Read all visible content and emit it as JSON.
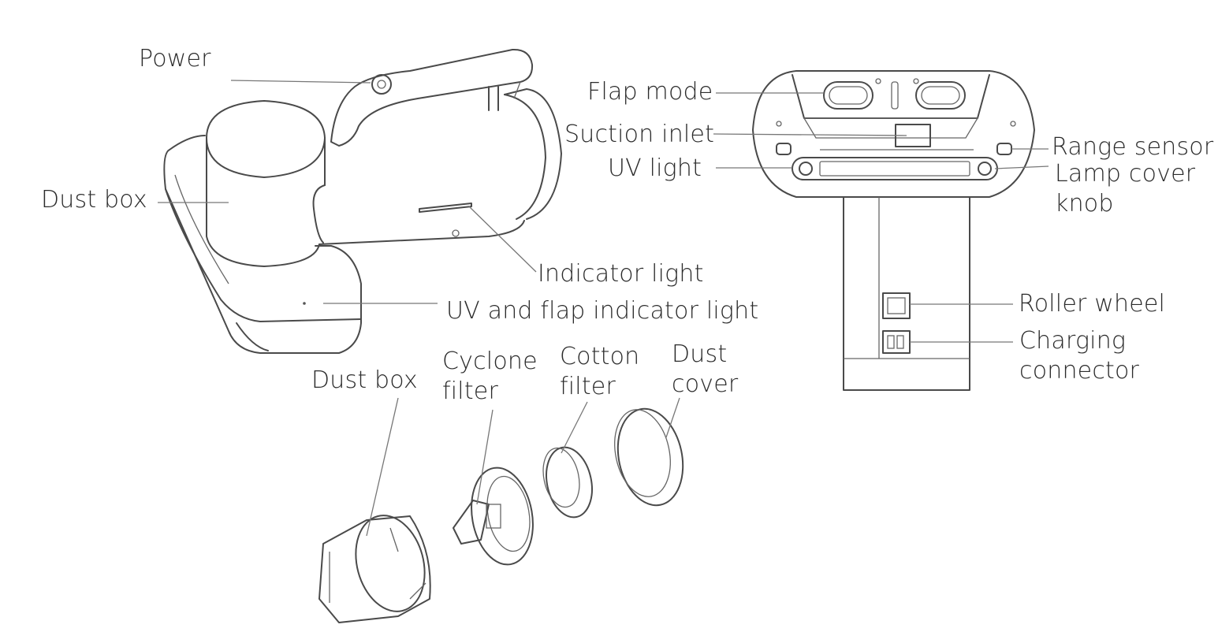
{
  "labels": {
    "power": "Power",
    "dust_box_top": "Dust box",
    "indicator_light": "Indicator light",
    "uv_flap_indicator": "UV and flap indicator light",
    "flap_mode": "Flap mode",
    "suction_inlet": "Suction inlet",
    "uv_light": "UV light",
    "range_sensor": "Range sensor",
    "lamp_cover_knob_1": "Lamp cover",
    "lamp_cover_knob_2": "knob",
    "roller_wheel": "Roller wheel",
    "charging_connector_1": "Charging",
    "charging_connector_2": "connector",
    "dust_box_bottom": "Dust box",
    "cyclone_filter_1": "Cyclone",
    "cyclone_filter_2": "filter",
    "cotton_filter_1": "Cotton",
    "cotton_filter_2": "filter",
    "dust_cover_1": "Dust",
    "dust_cover_2": "cover"
  },
  "colors": {
    "line": "#4a4a4a",
    "text": "#2b2b2b",
    "background": "#ffffff"
  }
}
